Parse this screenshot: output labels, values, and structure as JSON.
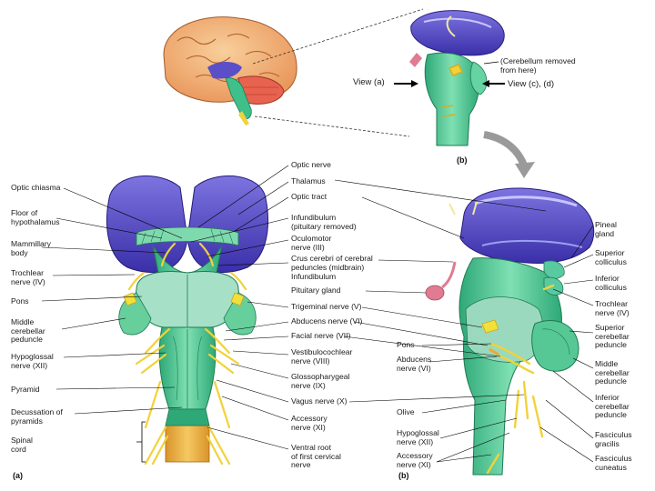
{
  "panels": {
    "a": "(a)",
    "b_small": "(b)",
    "b_large": "(b)"
  },
  "inset": {
    "cerebellum_note": "(Cerebellum removed\nfrom here)",
    "view_a": "View (a)",
    "view_cd": "View (c), (d)"
  },
  "left_labels": [
    {
      "id": "optic-chiasma",
      "text": "Optic chiasma"
    },
    {
      "id": "floor-hypothalamus",
      "text": "Floor of\nhypothalamus"
    },
    {
      "id": "mammillary-body",
      "text": "Mammillary\nbody"
    },
    {
      "id": "trochlear-left",
      "text": "Trochlear\nnerve (IV)"
    },
    {
      "id": "pons-left",
      "text": "Pons"
    },
    {
      "id": "middle-cerebellar-left",
      "text": "Middle\ncerebellar\npeduncle"
    },
    {
      "id": "hypoglossal-left",
      "text": "Hypoglossal\nnerve (XII)"
    },
    {
      "id": "pyramid",
      "text": "Pyramid"
    },
    {
      "id": "decussation",
      "text": "Decussation of\npyramids"
    },
    {
      "id": "spinal-cord",
      "text": "Spinal\ncord"
    }
  ],
  "center_labels": [
    {
      "id": "optic-nerve",
      "text": "Optic nerve"
    },
    {
      "id": "thalamus",
      "text": "Thalamus"
    },
    {
      "id": "optic-tract",
      "text": "Optic tract"
    },
    {
      "id": "infundibulum-removed",
      "text": "Infundibulum\n(pituitary removed)"
    },
    {
      "id": "oculomotor",
      "text": "Oculomotor\nnerve (III)"
    },
    {
      "id": "crus-cerebri",
      "text": "Crus cerebri of cerebral\npeduncles (midbrain)"
    },
    {
      "id": "infundibulum",
      "text": "Infundibulum"
    },
    {
      "id": "pituitary",
      "text": "Pituitary gland"
    },
    {
      "id": "trigeminal",
      "text": "Trigeminal nerve (V)"
    },
    {
      "id": "abducens",
      "text": "Abducens nerve (VI)"
    },
    {
      "id": "facial",
      "text": "Facial nerve (VII)"
    },
    {
      "id": "vestibulocochlear",
      "text": "Vestibulocochlear\nnerve (VIII)"
    },
    {
      "id": "glossopharyngeal",
      "text": "Glossopharygeal\nnerve (IX)"
    },
    {
      "id": "vagus",
      "text": "Vagus nerve (X)"
    },
    {
      "id": "accessory-center",
      "text": "Accessory\nnerve (XI)"
    },
    {
      "id": "ventral-root",
      "text": "Ventral root\nof first cervical\nnerve"
    }
  ],
  "mid_right_labels": [
    {
      "id": "pons-right",
      "text": "Pons"
    },
    {
      "id": "abducens-right",
      "text": "Abducens\nnerve (VI)"
    },
    {
      "id": "olive",
      "text": "Olive"
    },
    {
      "id": "hypoglossal-right",
      "text": "Hypoglossal\nnerve (XII)"
    },
    {
      "id": "accessory-right",
      "text": "Accessory\nnerve (XI)"
    }
  ],
  "right_labels": [
    {
      "id": "pineal",
      "text": "Pineal\ngland"
    },
    {
      "id": "superior-colliculus",
      "text": "Superior\ncolliculus"
    },
    {
      "id": "inferior-colliculus",
      "text": "Inferior\ncolliculus"
    },
    {
      "id": "trochlear-right",
      "text": "Trochlear\nnerve (IV)"
    },
    {
      "id": "superior-cerebellar",
      "text": "Superior\ncerebellar\npeduncle"
    },
    {
      "id": "middle-cerebellar-right",
      "text": "Middle\ncerebellar\npeduncle"
    },
    {
      "id": "inferior-cerebellar",
      "text": "Inferior\ncerebellar\npeduncle"
    },
    {
      "id": "fasciculus-gracilis",
      "text": "Fasciculus\ngracilis"
    },
    {
      "id": "fasciculus-cuneatus",
      "text": "Fasciculus\ncuneatus"
    }
  ],
  "colors": {
    "diencephalon": "#4b3fbf",
    "brainstem": "#3fbf8a",
    "nerve": "#f2d23a",
    "spinal": "#e0a83a",
    "cortex": "#f2b27a",
    "cerebellum": "#e05a4a"
  }
}
